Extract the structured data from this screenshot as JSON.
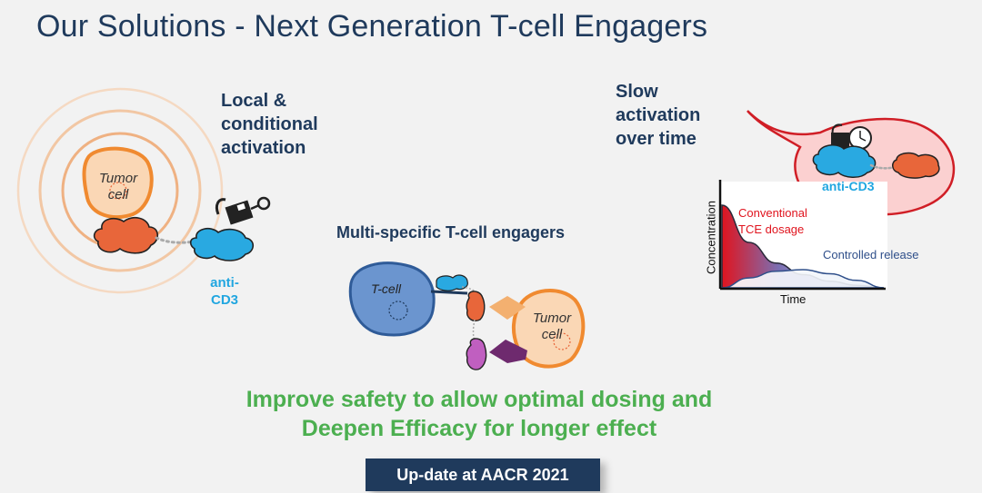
{
  "title": "Our Solutions - Next Generation T-cell Engagers",
  "labels": {
    "local_line1": "Local &",
    "local_line2": "conditional",
    "local_line3": "activation",
    "slow_line1": "Slow",
    "slow_line2": "activation",
    "slow_line3": "over time",
    "multi": "Multi-specific T-cell engagers",
    "anti_cd3_left_line1": "anti-",
    "anti_cd3_left_line2": "CD3",
    "anti_cd3_right": "anti-CD3",
    "tumor_left_line1": "Tumor",
    "tumor_left_line2": "cell",
    "tcell": "T-cell",
    "tumor_mid_line1": "Tumor",
    "tumor_mid_line2": "cell"
  },
  "tagline_line1": "Improve safety to allow optimal dosing and",
  "tagline_line2": "Deepen Efficacy for longer effect",
  "badge": "Up-date at AACR 2021",
  "colors": {
    "title": "#1f3a5c",
    "tagline": "#4caf50",
    "anti_cd3": "#21a6e0",
    "conventional": "#e0141e",
    "controlled": "#2f4f8a",
    "orange_domain": "#e8663a",
    "blue_domain": "#29a9e1",
    "purple_domain": "#c05fc0"
  },
  "chart_data": {
    "type": "area",
    "xlabel": "Time",
    "ylabel": "Concentration",
    "series": [
      {
        "name": "Conventional TCE dosage",
        "values": [
          1.0,
          0.55,
          0.3,
          0.16,
          0.08,
          0.03,
          0.0
        ]
      },
      {
        "name": "Controlled release",
        "values": [
          0.0,
          0.12,
          0.2,
          0.22,
          0.17,
          0.09,
          0.0
        ]
      }
    ],
    "grid": false,
    "legend": "inline"
  }
}
